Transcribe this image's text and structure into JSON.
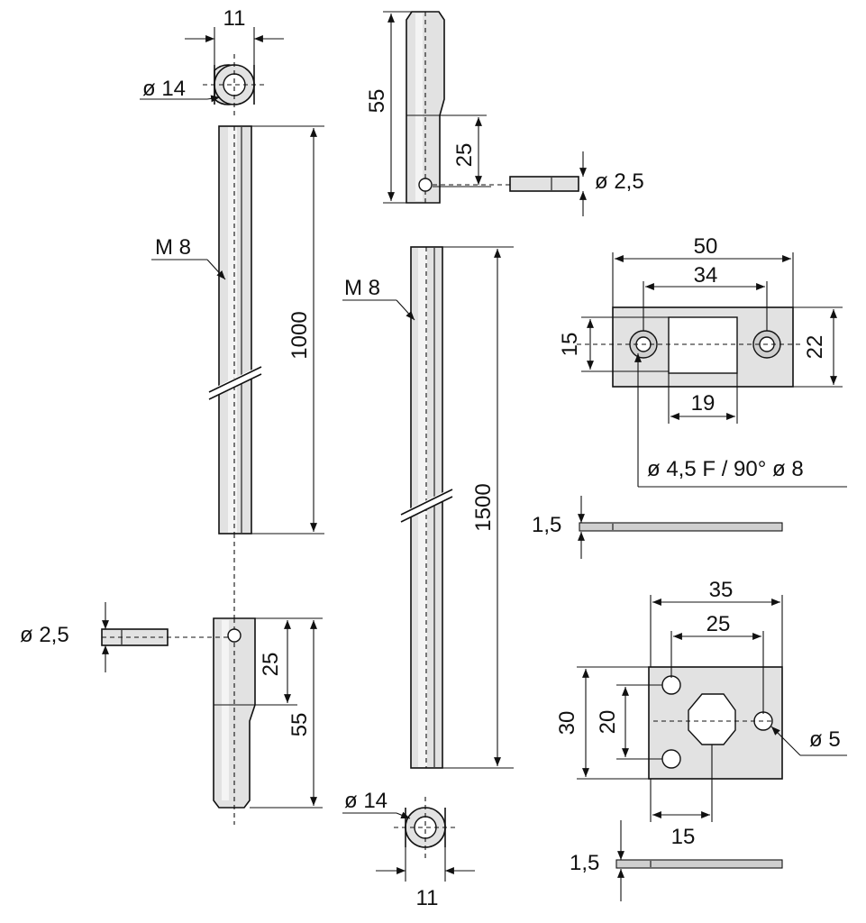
{
  "labels": {
    "rod_top_width": "11",
    "rod_top_diameter": "ø 14",
    "rod_a_thread": "M 8",
    "rod_a_length": "1000",
    "pin_bottom_diameter": "ø 2,5",
    "tip_bottom_hole": "25",
    "tip_bottom_length": "55",
    "tip_top_length": "55",
    "tip_top_hole": "25",
    "pin_top_diameter": "ø 2,5",
    "rod_b_thread": "M 8",
    "rod_b_length": "1500",
    "rod_bottom_diameter": "ø 14",
    "rod_bottom_width": "11",
    "plate_a_total": "50",
    "plate_a_holes": "34",
    "plate_a_left": "15",
    "plate_a_height": "22",
    "plate_a_slot": "19",
    "plate_a_countersink": "ø 4,5 F / 90° ø 8",
    "plate_a_thickness": "1,5",
    "plate_b_total": "35",
    "plate_b_inner": "25",
    "plate_b_height": "30",
    "plate_b_holes": "20",
    "plate_b_hole_dia": "ø 5",
    "plate_b_offset": "15",
    "plate_b_thickness": "1,5"
  }
}
